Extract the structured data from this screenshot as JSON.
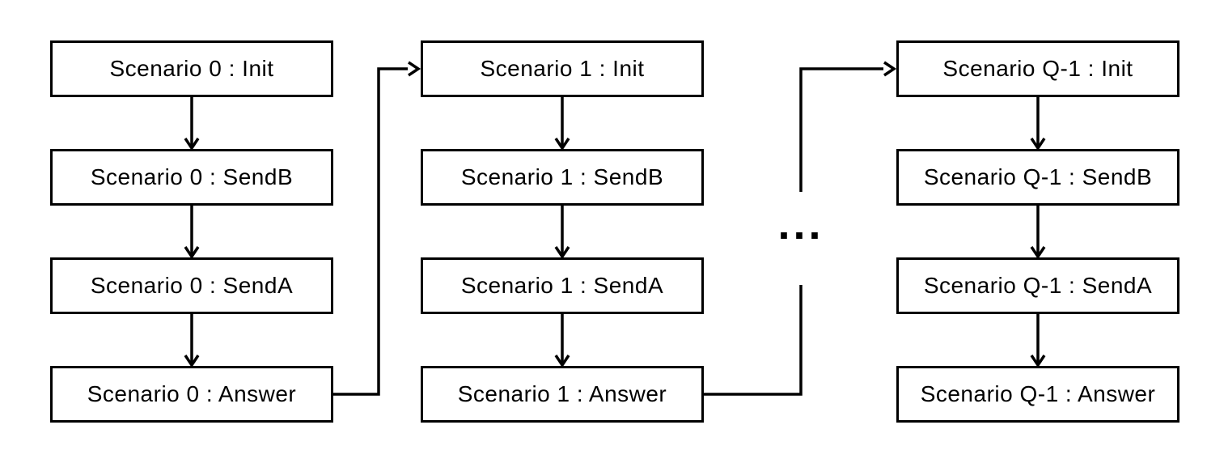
{
  "diagram": {
    "columns": [
      {
        "id": "scenario-0",
        "nodes": [
          {
            "label": "Scenario 0 : Init"
          },
          {
            "label": "Scenario 0 : SendB"
          },
          {
            "label": "Scenario 0 : SendA"
          },
          {
            "label": "Scenario 0 : Answer"
          }
        ]
      },
      {
        "id": "scenario-1",
        "nodes": [
          {
            "label": "Scenario 1 : Init"
          },
          {
            "label": "Scenario 1 : SendB"
          },
          {
            "label": "Scenario 1 : SendA"
          },
          {
            "label": "Scenario 1 : Answer"
          }
        ]
      },
      {
        "id": "scenario-q-1",
        "nodes": [
          {
            "label": "Scenario Q-1 : Init"
          },
          {
            "label": "Scenario Q-1 : SendB"
          },
          {
            "label": "Scenario Q-1 : SendA"
          },
          {
            "label": "Scenario Q-1 : Answer"
          }
        ]
      }
    ],
    "ellipsis": "...",
    "colors": {
      "line": "#000000",
      "box_border": "#000000",
      "box_fill": "#ffffff",
      "text": "#000000",
      "background": "#ffffff"
    }
  }
}
